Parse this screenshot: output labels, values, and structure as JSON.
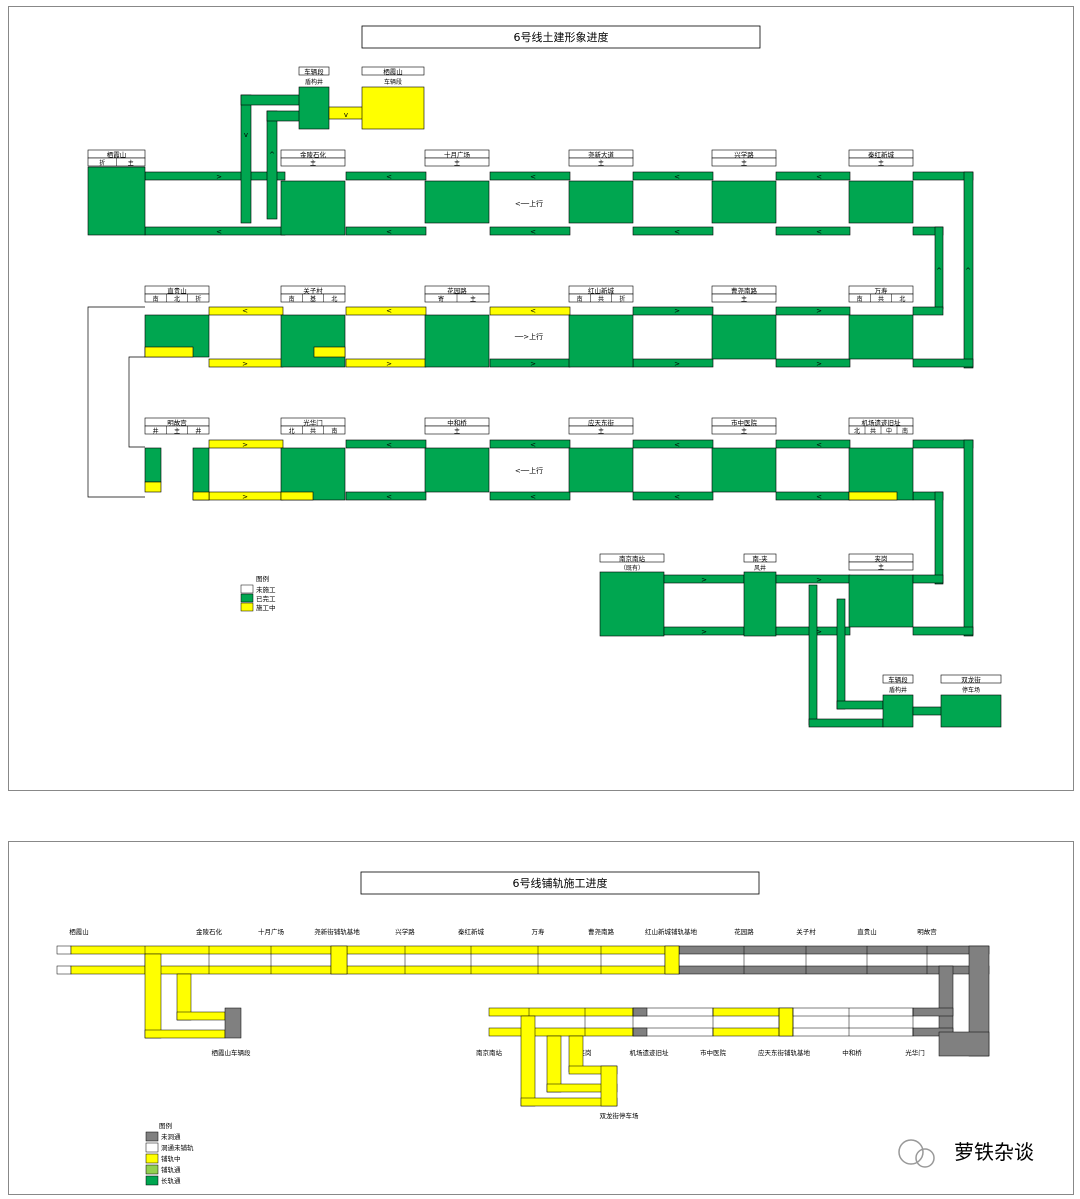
{
  "panel1": {
    "title": "6号线土建形象进度",
    "colors": {
      "green": "#00a650",
      "yellow": "#ffff00",
      "white": "#ffffff"
    },
    "direction_labels": [
      "<──上行",
      "──>上行",
      "<──上行"
    ],
    "arrow_chars": {
      "left": "<",
      "right": ">",
      "up": "^",
      "down": "v"
    },
    "stations": [
      {
        "name": "栖霞山",
        "cols": [
          "折",
          "主"
        ]
      },
      {
        "name": "金陵石化",
        "cols": [
          "主"
        ]
      },
      {
        "name": "十月广场",
        "cols": [
          "主"
        ]
      },
      {
        "name": "尧新大道",
        "cols": [
          "主"
        ]
      },
      {
        "name": "兴学路",
        "cols": [
          "主"
        ]
      },
      {
        "name": "秦红新城",
        "cols": [
          "主"
        ]
      },
      {
        "name": "直贵山",
        "cols": [
          "南",
          "北",
          "折"
        ]
      },
      {
        "name": "关子村",
        "cols": [
          "南",
          "基",
          "北"
        ]
      },
      {
        "name": "花园路",
        "cols": [
          "寄",
          "主"
        ]
      },
      {
        "name": "红山新城",
        "cols": [
          "南",
          "共",
          "折"
        ]
      },
      {
        "name": "曹尧南路",
        "cols": [
          "主"
        ]
      },
      {
        "name": "万寿",
        "cols": [
          "南",
          "共",
          "北"
        ]
      },
      {
        "name": "明故宫",
        "cols": [
          "井",
          "主",
          "井"
        ]
      },
      {
        "name": "光华门",
        "cols": [
          "北",
          "共",
          "南"
        ]
      },
      {
        "name": "中和桥",
        "cols": [
          "主"
        ]
      },
      {
        "name": "应天东街",
        "cols": [
          "主"
        ]
      },
      {
        "name": "市中医院",
        "cols": [
          "主"
        ]
      },
      {
        "name": "机场遗迹旧址",
        "cols": [
          "北",
          "共",
          "中",
          "南"
        ]
      },
      {
        "name": "南京南站",
        "sub": "（既有）"
      },
      {
        "name": "南-夹",
        "sub": "风井"
      },
      {
        "name": "夹岗",
        "cols": [
          "主"
        ]
      },
      {
        "name": "车辆段",
        "sub": "盾构井"
      },
      {
        "name": "栖霞山",
        "sub": "车辆段"
      },
      {
        "name": "车辆段",
        "sub": "盾构井"
      },
      {
        "name": "双龙街",
        "sub": "停车场"
      }
    ],
    "legend": {
      "title": "图例",
      "items": [
        {
          "label": "未施工",
          "color": "#ffffff"
        },
        {
          "label": "已完工",
          "color": "#00a650"
        },
        {
          "label": "施工中",
          "color": "#ffff00"
        }
      ]
    }
  },
  "panel2": {
    "title": "6号线铺轨施工进度",
    "stations_top": [
      "栖霞山",
      "金陵石化",
      "十月广场",
      "尧新街铺轨基地",
      "兴学路",
      "秦红新城",
      "万寿",
      "曹尧南路",
      "红山新城铺轨基地",
      "花园路",
      "关子村",
      "直贵山",
      "明故宫"
    ],
    "stations_bottom": [
      "南京南站",
      "夹岗",
      "机场遗迹旧址",
      "市中医院",
      "应天东街铺轨基地",
      "中和桥",
      "光华门"
    ],
    "labels_other": [
      "栖霞山车辆段",
      "双龙街停车场"
    ],
    "legend": {
      "title": "图例",
      "items": [
        {
          "label": "未洞通",
          "color": "#808080"
        },
        {
          "label": "洞通未铺轨",
          "color": "#ffffff"
        },
        {
          "label": "铺轨中",
          "color": "#ffff00"
        },
        {
          "label": "铺轨通",
          "color": "#92d050"
        },
        {
          "label": "长轨通",
          "color": "#00a650"
        }
      ]
    }
  },
  "watermark": "萝铁杂谈"
}
